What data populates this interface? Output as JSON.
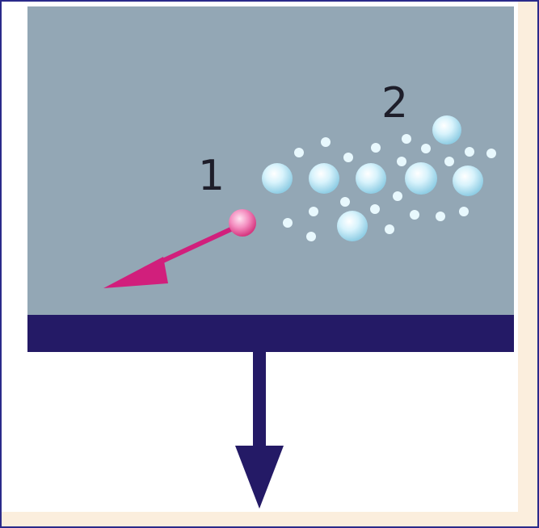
{
  "labels": {
    "particle": "1",
    "cloud": "2"
  },
  "colors": {
    "chamber": "#93a7b5",
    "plate": "#241a66",
    "particle_arrow": "#d11f7c",
    "down_arrow": "#241a66",
    "cloud_bubble": "#cfeffa",
    "border": "#2a2a8a",
    "page_background": "#fbeedd"
  },
  "icons": {
    "particle": "pink-sphere",
    "bubbles": "light-blue-spheres",
    "motion": "arrow"
  }
}
